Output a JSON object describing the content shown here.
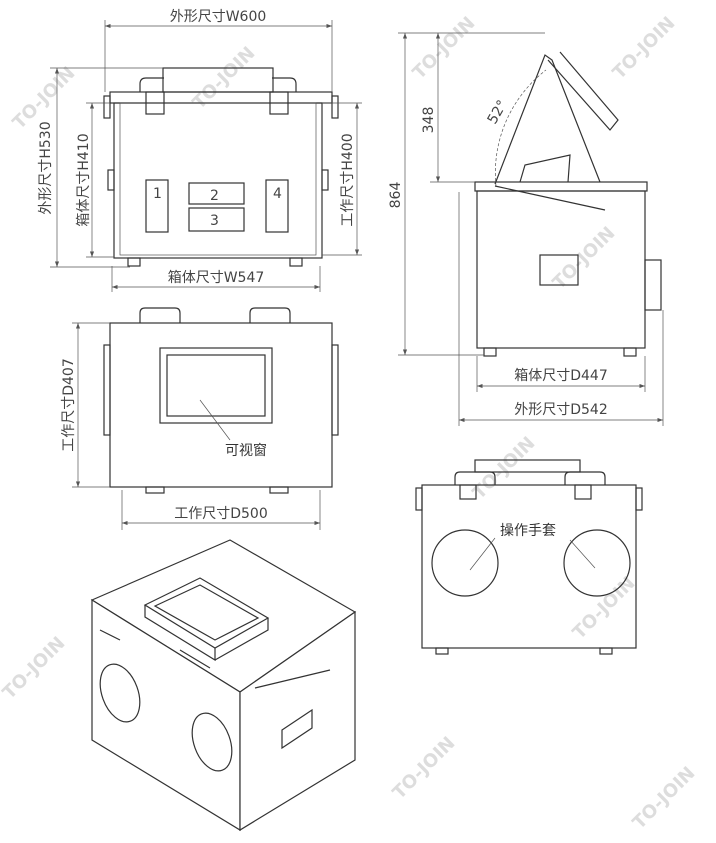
{
  "watermark": "TO-JOIN",
  "front_view": {
    "dim_outer_width": "外形尺寸W600",
    "dim_outer_height": "外形尺寸H530",
    "dim_box_height": "箱体尺寸H410",
    "dim_work_height": "工作尺寸H400",
    "dim_box_width": "箱体尺寸W547",
    "panels": [
      "1",
      "2",
      "3",
      "4"
    ]
  },
  "side_view": {
    "dim_total_height": "864",
    "dim_lid_open": "348",
    "angle": "52°",
    "dim_box_depth": "箱体尺寸D447",
    "dim_outer_depth": "外形尺寸D542"
  },
  "top_view": {
    "dim_work_depth": "工作尺寸D407",
    "dim_work_width": "工作尺寸D500",
    "window_label": "可视窗"
  },
  "back_view": {
    "glove_label": "操作手套"
  }
}
